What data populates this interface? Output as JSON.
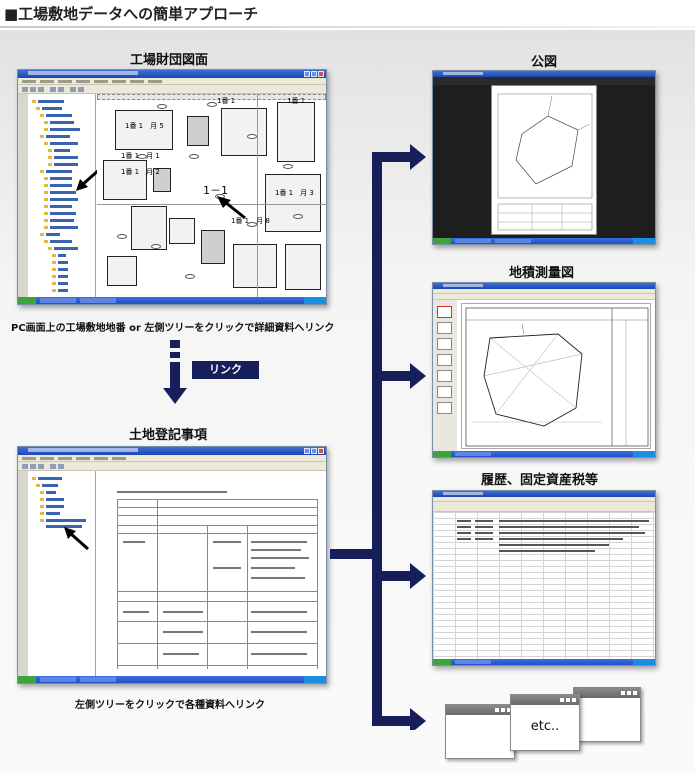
{
  "page": {
    "title": "■工場敷地データへの簡単アプローチ"
  },
  "left": {
    "factory_map_caption": "工場財団図面",
    "factory_map_note": "PC画面上の工場敷地地番 or 左側ツリーをクリックで詳細資料へリンク",
    "link_label": "リンク",
    "land_registry_caption": "土地登記事項",
    "land_registry_note": "左側ツリーをクリックで各種資料へリンク"
  },
  "right": {
    "public_map_caption": "公図",
    "survey_map_caption": "地積測量図",
    "history_caption": "履歴、固定資産税等",
    "etc_label": "etc.."
  },
  "map_labels": {
    "lot_1_1_large": "1－1",
    "lot_1_1_top": "1番 1",
    "lot_1_1_top2": "1番 1",
    "lot_1_5": "1番 1　月 5",
    "lot_1_1_mid": "1番 1　月 1",
    "lot_1_2": "1番 1　月 2",
    "lot_1_3": "1番 1　月 3",
    "lot_1_8": "1番 1　月 8"
  },
  "colors": {
    "link_badge": "#171f5a",
    "connector": "#171f5a",
    "arrow": "#171f5a"
  },
  "icons": {
    "cursor": "arrow-cursor-icon",
    "down_arrow": "down-arrow-icon"
  }
}
